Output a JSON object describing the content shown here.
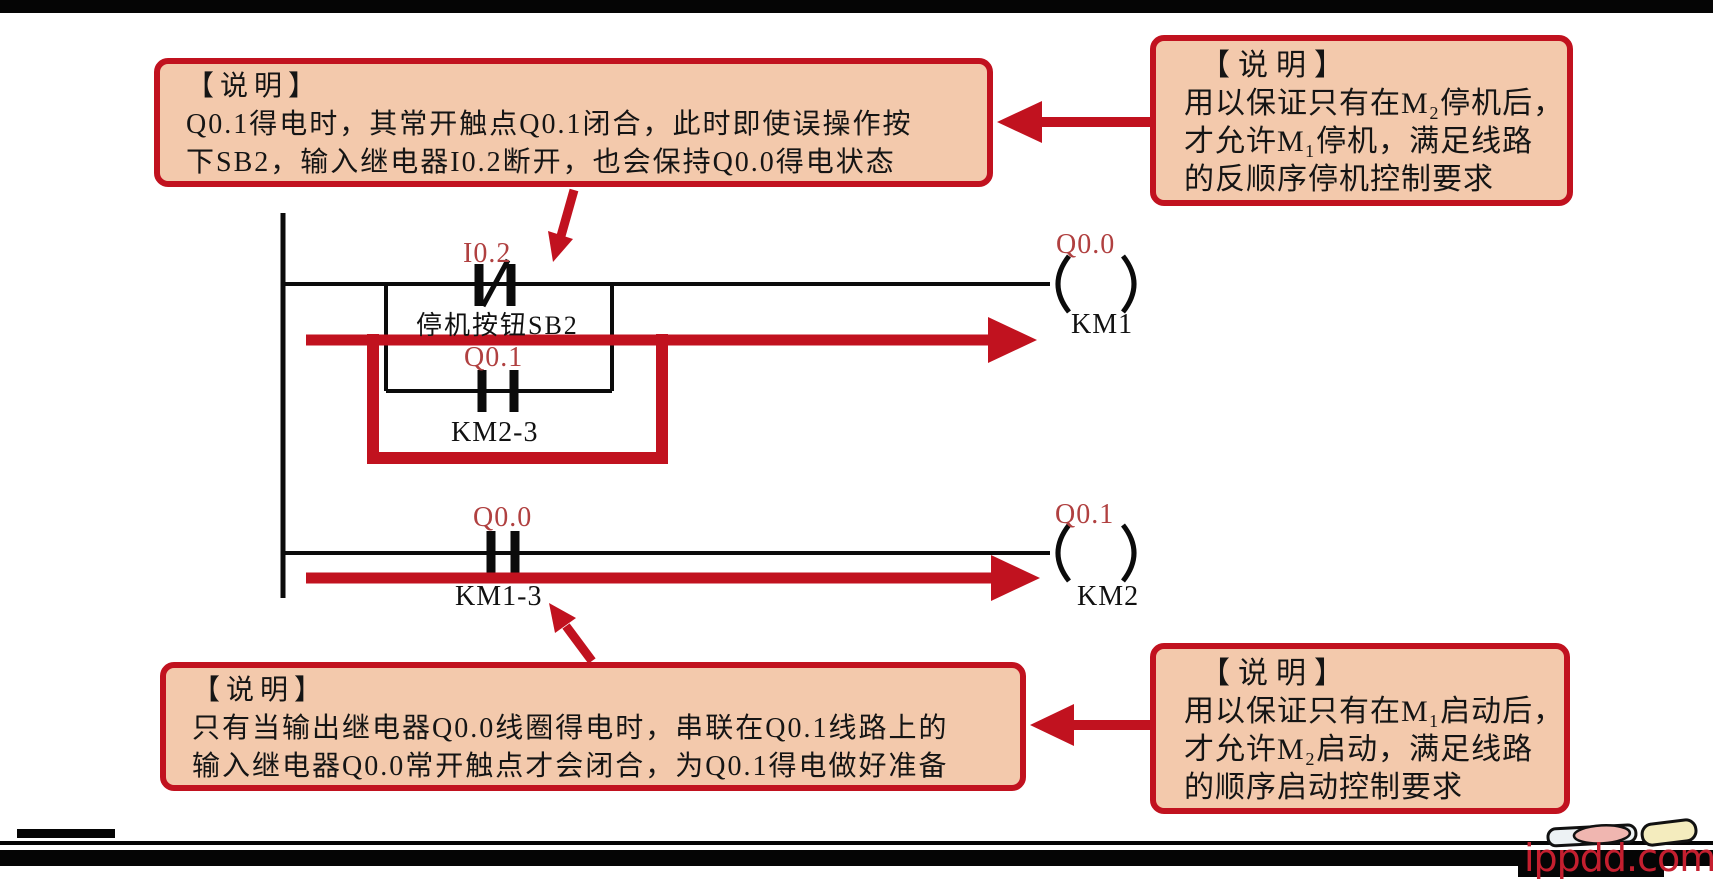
{
  "colors": {
    "callout_border": "#c1121f",
    "callout_fill": "#f3c9ac",
    "arrow_red": "#c1121f",
    "address_label_red": "#b04040",
    "wire_black": "#0b0b0b",
    "watermark_red": "#c41f2f"
  },
  "callouts": {
    "top_left": {
      "title": "【说明】",
      "lines": [
        "Q0.1得电时，其常开触点Q0.1闭合，此时即使误操作按",
        "下SB2，输入继电器I0.2断开，也会保持Q0.0得电状态"
      ]
    },
    "top_right": {
      "title": "【说明】",
      "lines": [
        "用以保证只有在M₂停机后，",
        "才允许M₁停机，满足线路",
        "的反顺序停机控制要求"
      ]
    },
    "bottom_left": {
      "title": "【说明】",
      "lines": [
        "只有当输出继电器Q0.0线圈得电时，串联在Q0.1线路上的",
        "输入继电器Q0.0常开触点才会闭合，为Q0.1得电做好准备"
      ]
    },
    "bottom_right": {
      "title": "【说明】",
      "lines": [
        "用以保证只有在M₁启动后，",
        "才允许M₂启动，满足线路",
        "的顺序启动控制要求"
      ]
    }
  },
  "ladder": {
    "rung1": {
      "contact_nc": {
        "address": "I0.2",
        "label": "停机按钮SB2",
        "type": "normally-closed"
      },
      "branch_contact": {
        "address": "Q0.1",
        "label": "KM2-3",
        "type": "normally-open"
      },
      "coil": {
        "address": "Q0.0",
        "label": "KM1"
      }
    },
    "rung2": {
      "contact": {
        "address": "Q0.0",
        "label": "KM1-3",
        "type": "normally-open"
      },
      "coil": {
        "address": "Q0.1",
        "label": "KM2"
      }
    }
  },
  "watermark": "ippdd.com"
}
